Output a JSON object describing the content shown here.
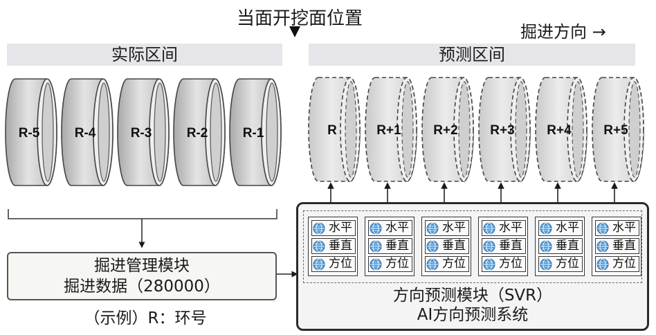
{
  "top": {
    "face_position": "当面开挖面位置",
    "direction": "掘进方向 →"
  },
  "actual": {
    "title": "实际区间",
    "rings": [
      "R-5",
      "R-4",
      "R-3",
      "R-2",
      "R-1"
    ]
  },
  "predict": {
    "title": "预测区间",
    "rings": [
      "R",
      "R+1",
      "R+2",
      "R+3",
      "R+4",
      "R+5"
    ]
  },
  "mgmt": {
    "line1": "掘进管理模块",
    "line2": "掘进数据（280000）"
  },
  "example": "（示例）R：环号",
  "ai": {
    "outputs": [
      "水平",
      "垂直",
      "方位"
    ],
    "line1": "方向预测模块（SVR）",
    "line2": "AI方向预测系统"
  },
  "colors": {
    "ring_fill": "#d6d6d6",
    "band": "#e6e6ea",
    "globe": "#4a9ad8"
  }
}
